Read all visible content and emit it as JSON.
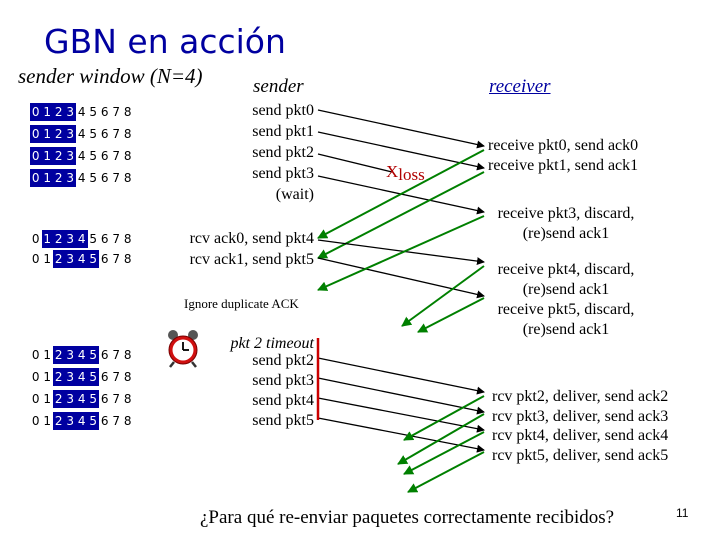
{
  "title": "GBN en  acción",
  "sender_window_label": "sender window (N=4)",
  "sender_label": "sender",
  "receiver_label": "receiver",
  "window_numbers": [
    "0",
    "1",
    "2",
    "3",
    "4",
    "5",
    "6",
    "7",
    "8"
  ],
  "window_rows": [
    {
      "start": 0,
      "end": 3
    },
    {
      "start": 0,
      "end": 3
    },
    {
      "start": 0,
      "end": 3
    },
    {
      "start": 0,
      "end": 3
    },
    {
      "start": 1,
      "end": 4
    },
    {
      "start": 2,
      "end": 5
    },
    {
      "start": 2,
      "end": 5
    },
    {
      "start": 2,
      "end": 5
    },
    {
      "start": 2,
      "end": 5
    },
    {
      "start": 2,
      "end": 5
    }
  ],
  "sender_group1": [
    "send  pkt0",
    "send  pkt1",
    "send  pkt2",
    "send  pkt3",
    "(wait)"
  ],
  "sender_group2": [
    "rcv ack0, send pkt4",
    "rcv ack1, send pkt5"
  ],
  "ignore_dup": "Ignore duplicate ACK",
  "timeout_title": "pkt 2 timeout",
  "sender_group3": [
    "send  pkt2",
    "send  pkt3",
    "send  pkt4",
    "send  pkt5"
  ],
  "loss_x": "X",
  "loss_label": "loss",
  "receiver_group1": [
    "receive pkt0, send ack0",
    "receive pkt1, send ack1"
  ],
  "receiver_group2": [
    "receive pkt3, discard,",
    "(re)send ack1"
  ],
  "receiver_group3": [
    "receive pkt4, discard,",
    "(re)send ack1",
    "receive pkt5, discard,",
    "(re)send ack1"
  ],
  "receiver_group4": [
    "rcv pkt2, deliver, send ack2",
    "rcv pkt3, deliver, send ack3",
    "rcv pkt4, deliver, send ack4",
    "rcv pkt5, deliver, send ack5"
  ],
  "question": "¿Para qué re-enviar paquetes correctamente recibidos?",
  "page_number": "11",
  "colors": {
    "title": "#0000a0",
    "window_fill": "#0000a0",
    "data_arrow": "#000000",
    "ack_arrow": "#008000",
    "timeout_bar": "#cc0000",
    "loss": "#b00000"
  }
}
